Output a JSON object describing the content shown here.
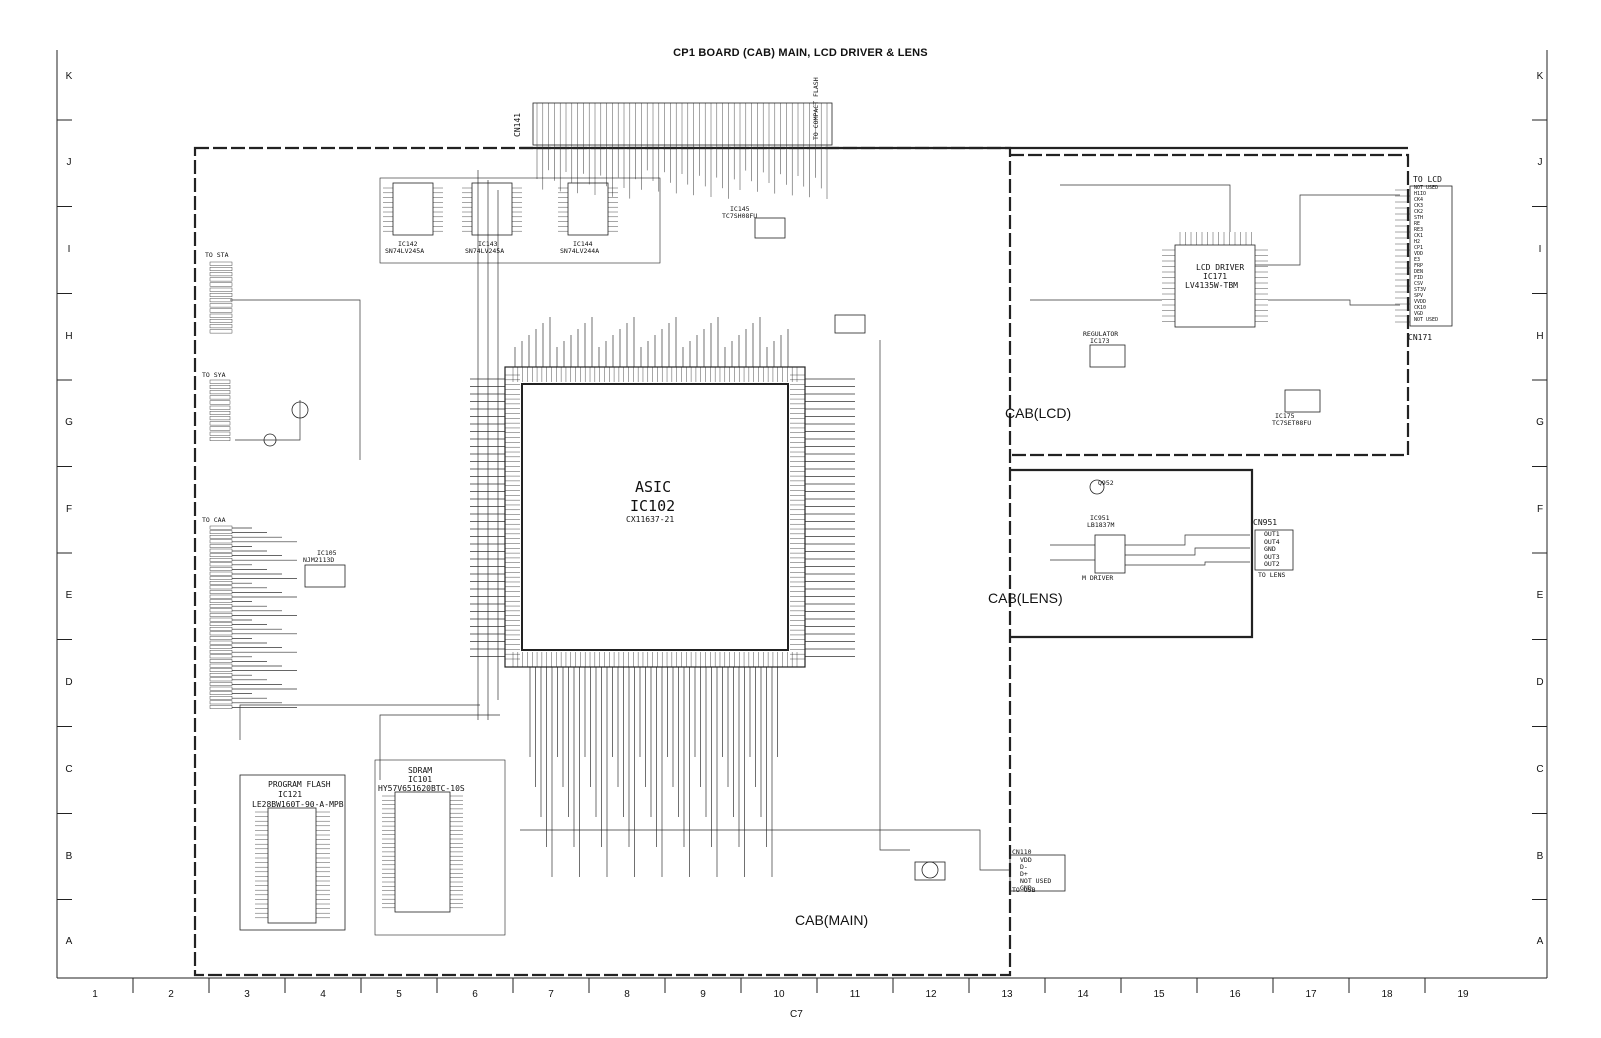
{
  "title": "CP1 BOARD (CAB)  MAIN, LCD DRIVER & LENS",
  "footer": "C7",
  "row_labels": [
    "K",
    "J",
    "I",
    "H",
    "G",
    "F",
    "E",
    "D",
    "C",
    "B",
    "A"
  ],
  "column_labels": [
    "1",
    "2",
    "3",
    "4",
    "5",
    "6",
    "7",
    "8",
    "9",
    "10",
    "11",
    "12",
    "13",
    "14",
    "15",
    "16",
    "17",
    "18",
    "19"
  ],
  "sections": {
    "main": "CAB(MAIN)",
    "lcd": "CAB(LCD)",
    "lens": "CAB(LENS)"
  },
  "connectors": {
    "cn141": "CN141",
    "compact_flash": "TO COMPACT FLASH",
    "to_lcd": "TO LCD",
    "cn171": "CN171",
    "cn951": "CN951",
    "to_lens": "TO LENS",
    "cn110": "CN110",
    "to_usb": "TO USB",
    "to_sta": "TO STA",
    "to_sya": "TO SYA",
    "to_caa": "TO CAA",
    "cn110_pins": [
      "VDD",
      "D-",
      "D+",
      "NOT USED",
      "GND"
    ],
    "cn951_pins": [
      "OUT1",
      "OUT4",
      "GND",
      "OUT3",
      "OUT2"
    ],
    "cn171_pins": [
      "NOT USED",
      "H1IO",
      "CK4",
      "CK3",
      "CK2",
      "STH",
      "RE",
      "RE3",
      "CK1",
      "H2",
      "CP1",
      "VDD",
      "E3",
      "FRP",
      "DEN",
      "FID",
      "CSV",
      "ST3V",
      "SPV",
      "VVDD",
      "CK10",
      "VGD",
      "NOT USED"
    ]
  },
  "ics": {
    "asic_label": "ASIC",
    "asic_ref": "IC102",
    "asic_part": "CX11637-21",
    "flash_label": "PROGRAM FLASH",
    "flash_ref": "IC121",
    "flash_part": "LE28BW160T-90-A-MPB",
    "sdram_label": "SDRAM",
    "sdram_ref": "IC101",
    "sdram_part": "HY57V651620BTC-10S",
    "lcd_driver_label": "LCD DRIVER",
    "lcd_driver_ref": "IC171",
    "lcd_driver_part": "LV4135W-TBM",
    "regulator_label": "REGULATOR",
    "regulator_ref": "IC173",
    "ic175_ref": "IC175",
    "ic175_part": "TC7SET08FU",
    "ic105_ref": "IC105",
    "ic105_part": "NJM2113D",
    "ic951_ref": "IC951",
    "ic951_part": "LB1837M",
    "m_driver": "M DRIVER",
    "q952": "Q952",
    "ic142_ref": "IC142",
    "ic142_part": "SN74LV245A",
    "ic143_ref": "IC143",
    "ic143_part": "SN74LV245A",
    "ic144_ref": "IC144",
    "ic144_part": "SN74LV244A",
    "ic145_ref": "IC145",
    "ic145_part": "TC7SH08FU"
  }
}
